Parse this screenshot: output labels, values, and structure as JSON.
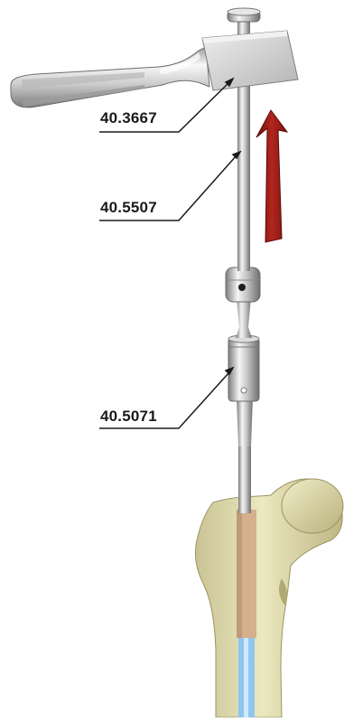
{
  "callouts": [
    {
      "label": "40.3667",
      "part": "slotted-hammer"
    },
    {
      "label": "40.5507",
      "part": "extraction-rod"
    },
    {
      "label": "40.5071",
      "part": "connector"
    }
  ],
  "arrow": {
    "direction": "up",
    "color": "#a8201a"
  },
  "colors": {
    "bone": "#e6e2b4",
    "bone_shadow": "#b9b27e",
    "nail": "#d4b08c",
    "canal": "#8ec6ee",
    "metal_light": "#f4f4f4",
    "metal_dark": "#8a8a8a",
    "leader": "#1a1a1a"
  }
}
